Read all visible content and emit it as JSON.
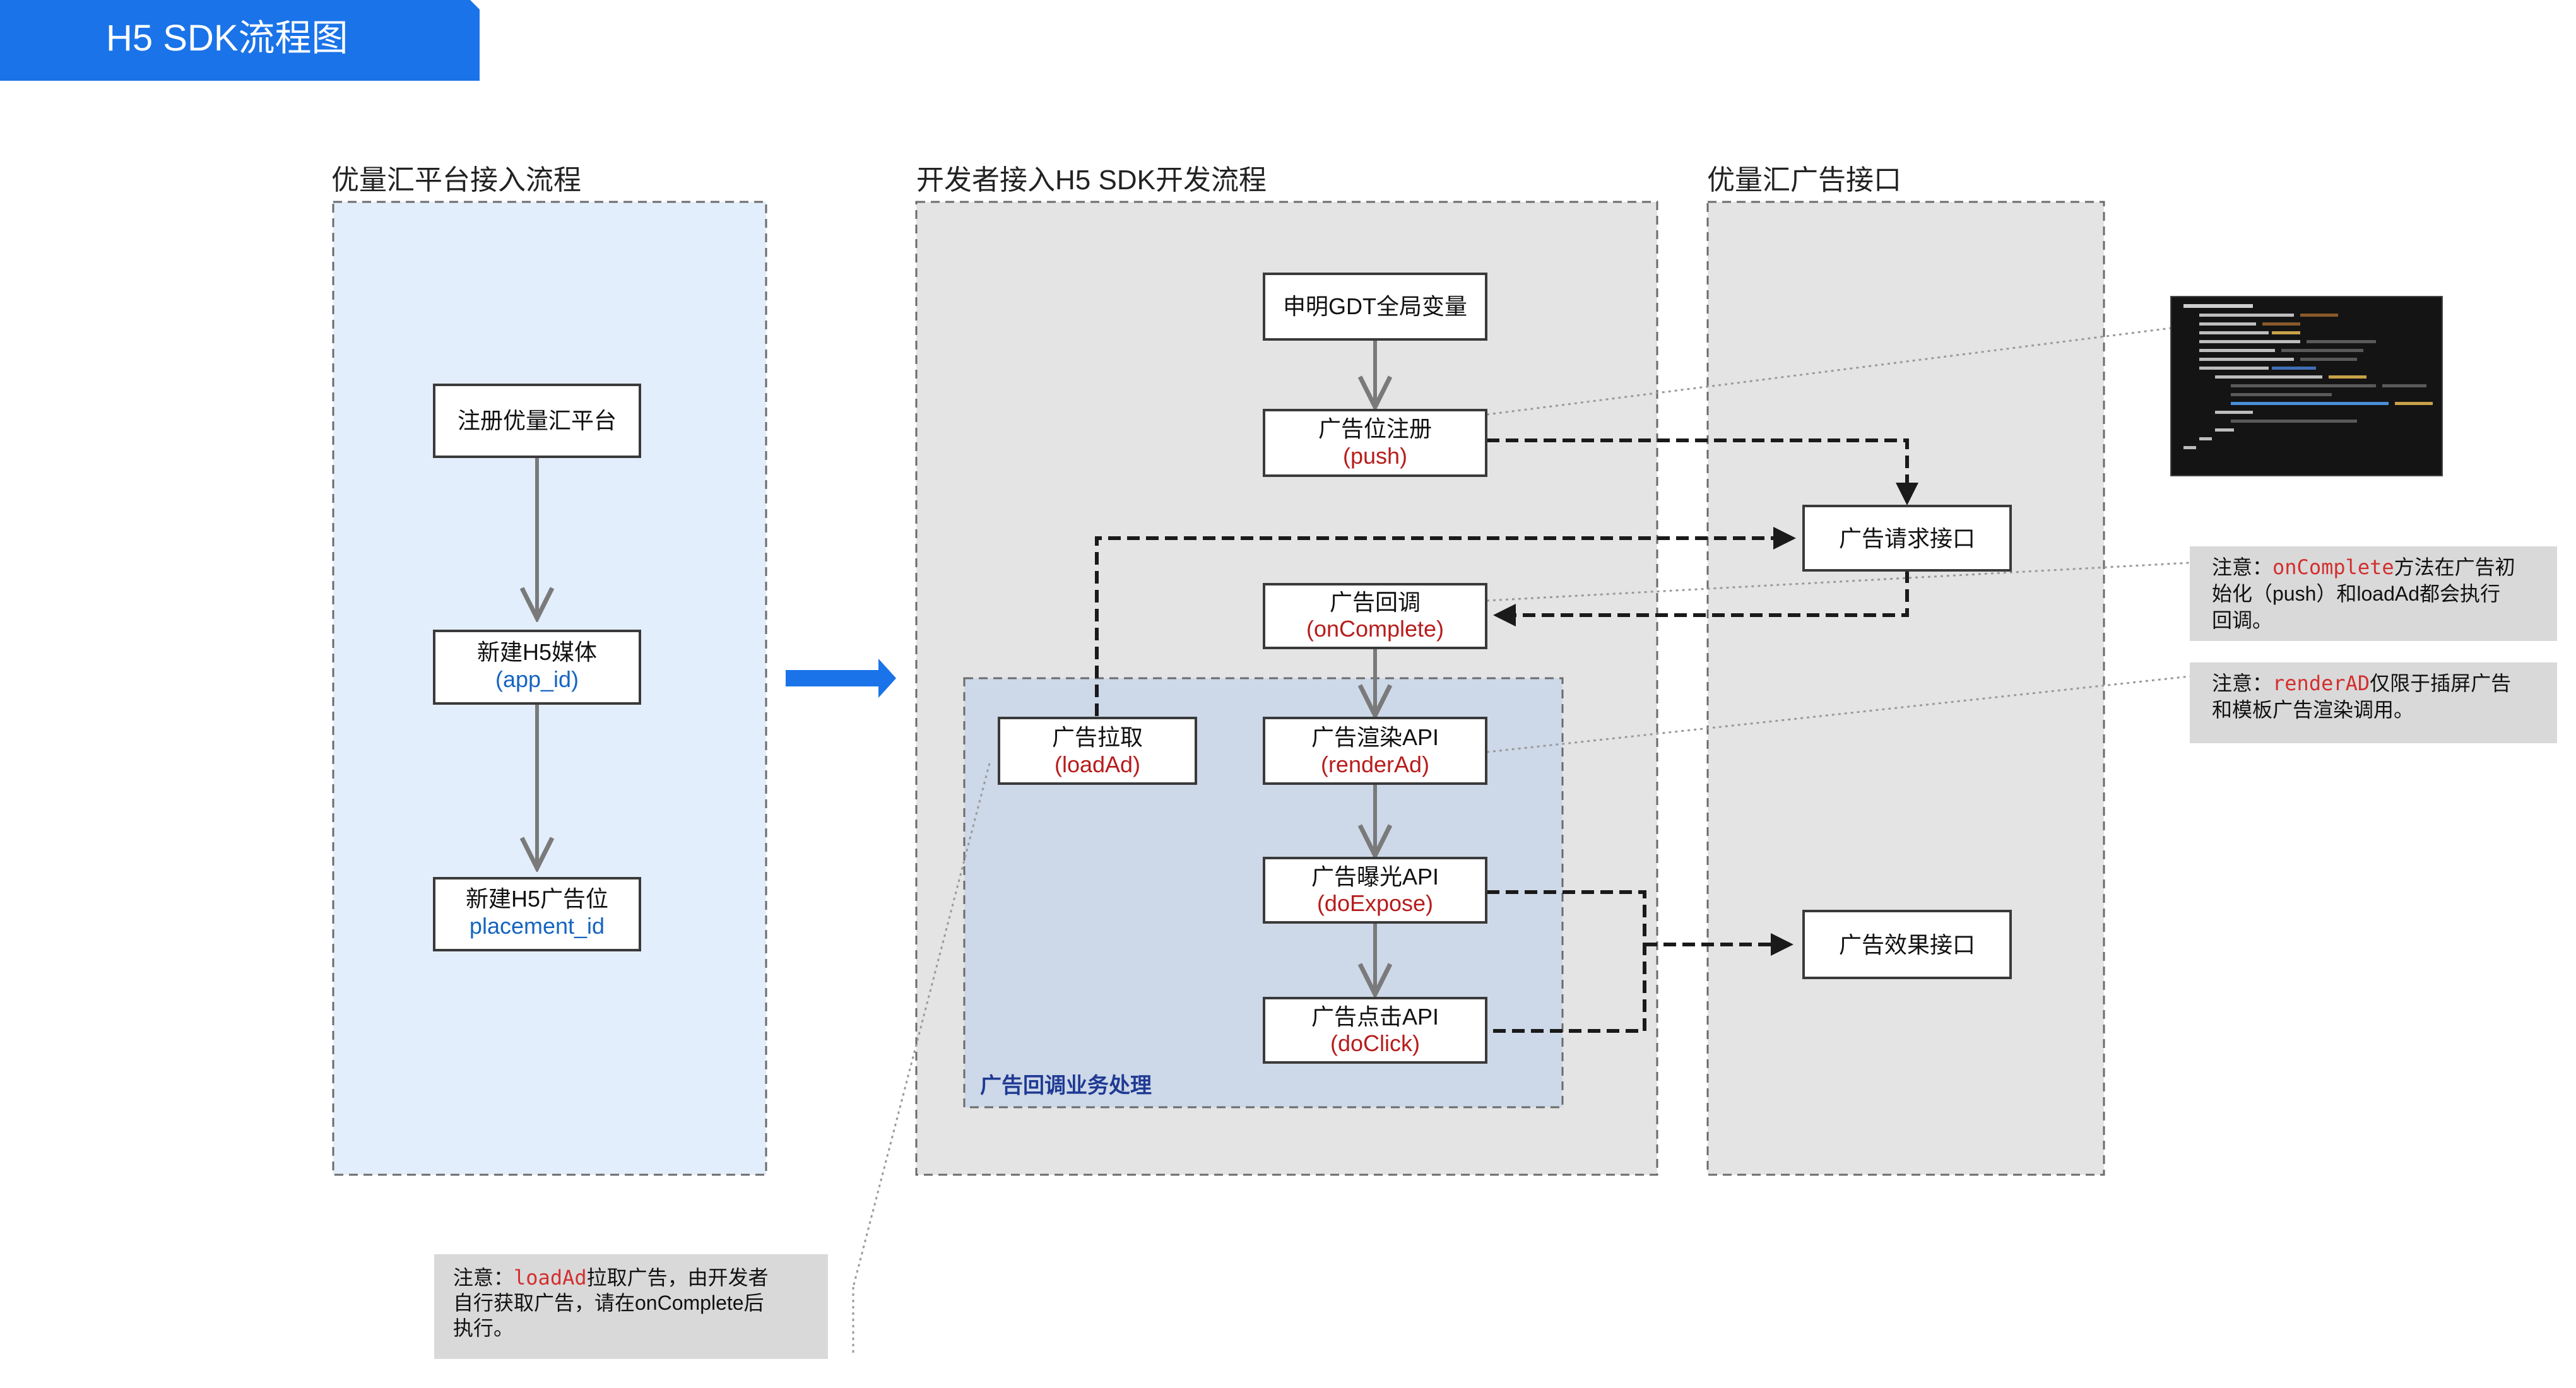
{
  "colors": {
    "banner": "#1A73E8",
    "blue_lane": "#E3EEFC",
    "gray_lane": "#E4E4E4",
    "callback_zone": "#CDD8E8",
    "accent_red": "#B71C1C",
    "accent_blue": "#1565C0",
    "note_bg": "#D9D9D9",
    "code_bg": "#141414"
  },
  "header": {
    "title": "H5 SDK流程图"
  },
  "lanes": {
    "platform": {
      "label": "优量汇平台接入流程"
    },
    "developer": {
      "label": "开发者接入H5 SDK开发流程"
    },
    "api": {
      "label": "优量汇广告接口"
    }
  },
  "zone": {
    "label": "广告回调业务处理"
  },
  "nodes": {
    "register": {
      "line1": "注册优量汇平台"
    },
    "media": {
      "line1": "新建H5媒体",
      "line2": "(app_id)"
    },
    "adslot": {
      "line1": "新建H5广告位",
      "line2": "placement_id"
    },
    "declare": {
      "line1": "申明GDT全局变量"
    },
    "push": {
      "line1": "广告位注册",
      "line2": "(push)"
    },
    "request": {
      "line1": "广告请求接口"
    },
    "callback": {
      "line1": "广告回调",
      "line2": "(onComplete)"
    },
    "loadad": {
      "line1": "广告拉取",
      "line2": "(loadAd)"
    },
    "render": {
      "line1": "广告渲染API",
      "line2": "(renderAd)"
    },
    "expose": {
      "line1": "广告曝光API",
      "line2": "(doExpose)"
    },
    "click": {
      "line1": "广告点击API",
      "line2": "(doClick)"
    },
    "effect": {
      "line1": "广告效果接口"
    }
  },
  "notes": {
    "oncomplete": {
      "line1_prefix": "注意：",
      "line1_code": "onComplete",
      "line1_suffix": "方法在广告初",
      "line2": "始化（push）和loadAd都会执行",
      "line3": "回调。"
    },
    "renderad": {
      "line1_prefix": "注意：",
      "line1_code": "renderAD",
      "line1_suffix": "仅限于插屏广告",
      "line2": "和模板广告渲染调用。"
    },
    "loadad": {
      "line1_prefix": "注意：",
      "line1_code": "loadAd",
      "line1_suffix": "拉取广告，由开发者",
      "line2": "自行获取广告，请在onComplete后",
      "line3": "执行。"
    }
  }
}
